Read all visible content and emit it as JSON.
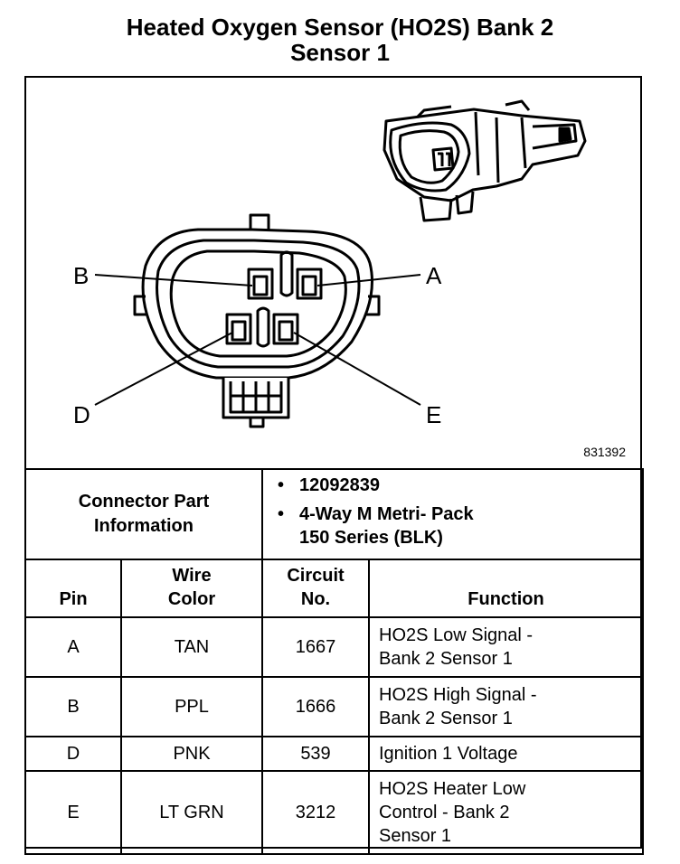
{
  "title": {
    "line1": "Heated Oxygen Sensor (HO2S) Bank 2",
    "line2": "Sensor 1"
  },
  "figure": {
    "pin_labels": [
      "B",
      "A",
      "D",
      "E"
    ],
    "figure_number": "831392"
  },
  "connector_info": {
    "label_line1": "Connector Part",
    "label_line2": "Information",
    "items": [
      "12092839",
      "4-Way M Metri- Pack",
      "150 Series (BLK)"
    ]
  },
  "table": {
    "headers": {
      "pin": "Pin",
      "wire_color_line1": "Wire",
      "wire_color_line2": "Color",
      "circuit_line1": "Circuit",
      "circuit_line2": "No.",
      "function": "Function"
    },
    "rows": [
      {
        "pin": "A",
        "color": "TAN",
        "circuit": "1667",
        "function_lines": [
          "HO2S Low Signal -",
          "Bank 2 Sensor 1"
        ]
      },
      {
        "pin": "B",
        "color": "PPL",
        "circuit": "1666",
        "function_lines": [
          "HO2S High Signal -",
          "Bank 2 Sensor 1"
        ]
      },
      {
        "pin": "D",
        "color": "PNK",
        "circuit": "539",
        "function_lines": [
          "Ignition 1 Voltage"
        ]
      },
      {
        "pin": "E",
        "color": "LT GRN",
        "circuit": "3212",
        "function_lines": [
          "HO2S Heater Low",
          "Control - Bank 2",
          "Sensor 1"
        ]
      }
    ]
  }
}
